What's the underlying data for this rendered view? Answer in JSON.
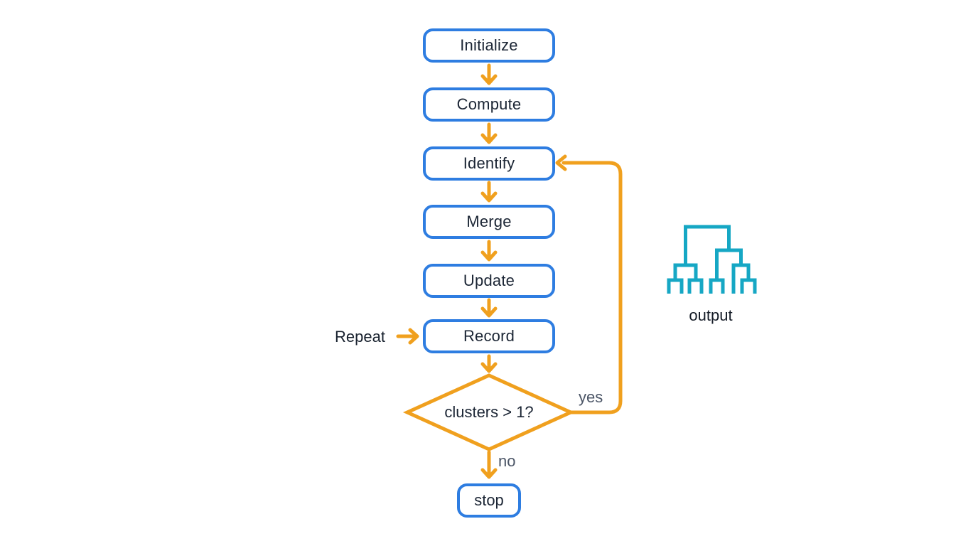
{
  "flowchart": {
    "steps": [
      {
        "id": "initialize",
        "label": "Initialize"
      },
      {
        "id": "compute",
        "label": "Compute"
      },
      {
        "id": "identify",
        "label": "Identify"
      },
      {
        "id": "merge",
        "label": "Merge"
      },
      {
        "id": "update",
        "label": "Update"
      },
      {
        "id": "record",
        "label": "Record"
      }
    ],
    "decision": {
      "label": "clusters > 1?",
      "yes_label": "yes",
      "no_label": "no"
    },
    "terminal": {
      "label": "stop"
    },
    "repeat_label": "Repeat",
    "output_label": "output"
  },
  "icons": {
    "dendrogram": "dendrogram-icon"
  },
  "colors": {
    "node_border_blue": "#2E7DE1",
    "arrow_orange": "#F0A01E",
    "dendrogram_teal": "#16A7C4",
    "node_text": "#1B2534",
    "edge_label_gray": "#4B5566",
    "background": "#FFFFFF"
  }
}
